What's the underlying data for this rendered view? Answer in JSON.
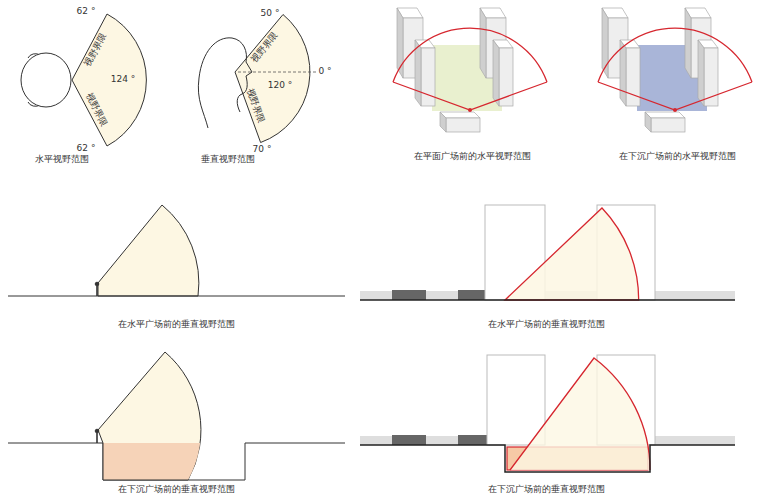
{
  "diagram": {
    "labels": [
      "62 °",
      "视野界限",
      "124 °",
      "视野界限",
      "62 °",
      "水平视野范围",
      "50 °",
      "视野界限",
      "120 °",
      "0 °",
      "视野界限",
      "70 °",
      "垂直视野范围",
      "在平面广场前的水平视野范围",
      "在下沉广场前的水平视野范围",
      "在水平广场前的垂直视野范围",
      "在水平广场前的垂直视野范围",
      "在下沉广场前的垂直视野范围",
      "在下沉广场前的垂直视野范围"
    ]
  }
}
